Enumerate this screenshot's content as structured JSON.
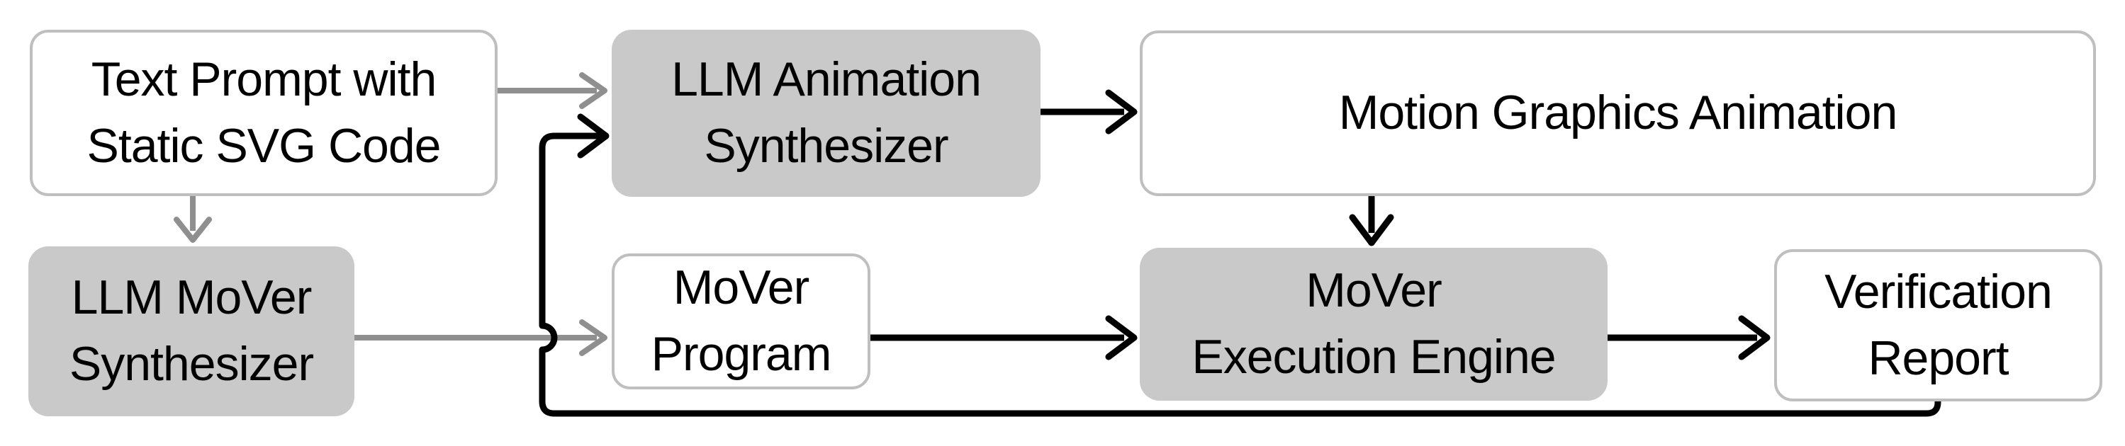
{
  "figure": {
    "description": "MoVer motion verification pipeline flowchart",
    "nodes": [
      {
        "id": "text-prompt",
        "label": "Text Prompt with\nStatic SVG Code",
        "variant": "outlined"
      },
      {
        "id": "llm-animation-synthesizer",
        "label": "LLM Animation\nSynthesizer",
        "variant": "shaded"
      },
      {
        "id": "motion-graphics-animation",
        "label": "Motion Graphics Animation",
        "variant": "outlined"
      },
      {
        "id": "llm-mover-synthesizer",
        "label": "LLM MoVer\nSynthesizer",
        "variant": "shaded"
      },
      {
        "id": "mover-program",
        "label": "MoVer\nProgram",
        "variant": "outlined"
      },
      {
        "id": "mover-execution-engine",
        "label": "MoVer\nExecution Engine",
        "variant": "shaded"
      },
      {
        "id": "verification-report",
        "label": "Verification\nReport",
        "variant": "outlined"
      }
    ],
    "edges": [
      {
        "from": "text-prompt",
        "to": "llm-animation-synthesizer",
        "color": "gray"
      },
      {
        "from": "text-prompt",
        "to": "llm-mover-synthesizer",
        "color": "gray"
      },
      {
        "from": "llm-mover-synthesizer",
        "to": "mover-program",
        "color": "gray"
      },
      {
        "from": "llm-animation-synthesizer",
        "to": "motion-graphics-animation",
        "color": "black"
      },
      {
        "from": "motion-graphics-animation",
        "to": "mover-execution-engine",
        "color": "black"
      },
      {
        "from": "mover-program",
        "to": "mover-execution-engine",
        "color": "black"
      },
      {
        "from": "mover-execution-engine",
        "to": "verification-report",
        "color": "black"
      },
      {
        "from": "verification-report",
        "to": "llm-animation-synthesizer",
        "color": "black",
        "note": "feedback loop, hops over gray line"
      }
    ],
    "colors": {
      "shaded_fill": "#c9c9c9",
      "outlined_border": "#bfbfbf",
      "gray_edge": "#8f8f8f",
      "black_edge": "#000000",
      "text": "#000000",
      "background": "#ffffff"
    }
  }
}
